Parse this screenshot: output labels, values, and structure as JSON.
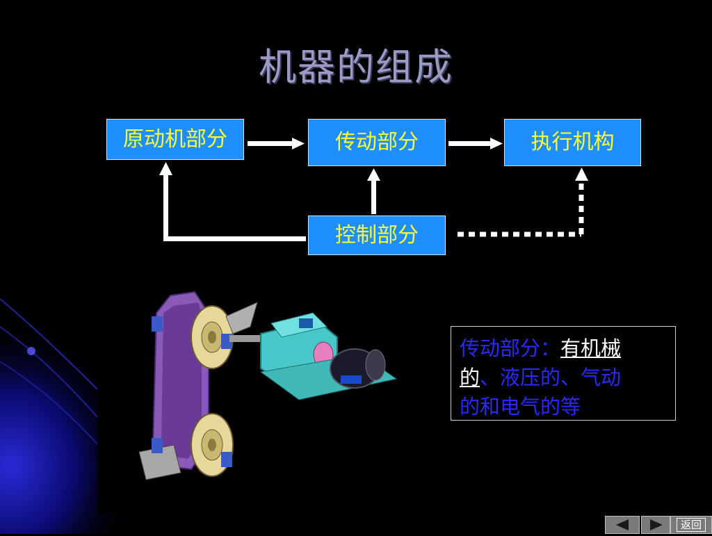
{
  "slide": {
    "title": "机器的组成"
  },
  "diagram": {
    "prime_mover": "原动机部分",
    "transmission": "传动部分",
    "executor": "执行机构",
    "control": "控制部分"
  },
  "note": {
    "lead": "传动部分：",
    "underlined_1": "有机械",
    "underlined_2": "的",
    "rest_1": "、液压的、气动",
    "rest_2": "的和电气的等"
  },
  "colors": {
    "box_fill": "#1f8fff",
    "box_text": "#ffff33",
    "title": "#9a9ac4",
    "note_text": "#2a2aff",
    "background": "#000000"
  },
  "icons": {
    "prev": "triangle-left-icon",
    "next": "triangle-right-icon"
  },
  "nav": {
    "back_label": "返回"
  }
}
